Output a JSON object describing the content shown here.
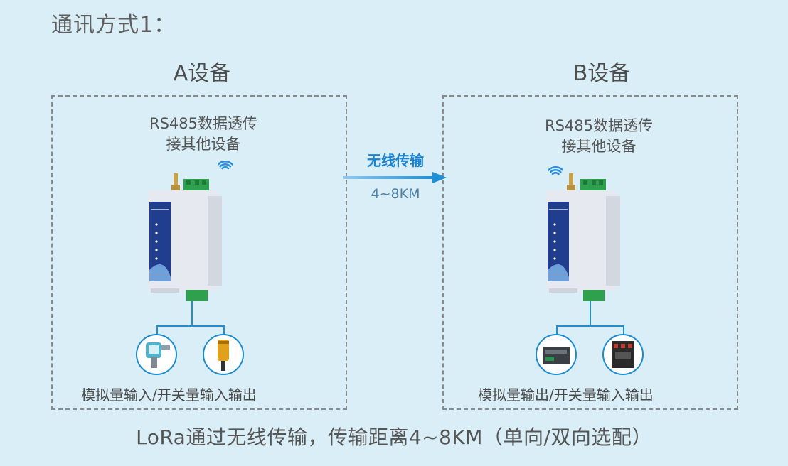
{
  "title": "通讯方式1：",
  "device_a": {
    "name": "A设备",
    "function_line1": "RS485数据透传",
    "function_line2": "接其他设备",
    "io_label": "模拟量输入/开关量输入输出",
    "peripheral_icons": [
      "pressure-sensor-icon",
      "photoelectric-sensor-icon"
    ]
  },
  "device_b": {
    "name": "B设备",
    "function_line1": "RS485数据透传",
    "function_line2": "接其他设备",
    "io_label": "模拟量输出/开关量输入输出",
    "peripheral_icons": [
      "plc-module-icon",
      "relay-contactor-icon"
    ]
  },
  "link": {
    "label": "无线传输",
    "distance": "4~8KM"
  },
  "footer": "LoRa通过无线传输，传输距离4~8KM（单向/双向选配）",
  "colors": {
    "background": "#d9eef6",
    "accent": "#1f8fd6",
    "device_body": "#e9edf3",
    "device_panel": "#1e3b8a",
    "terminal": "#2fa04d"
  }
}
